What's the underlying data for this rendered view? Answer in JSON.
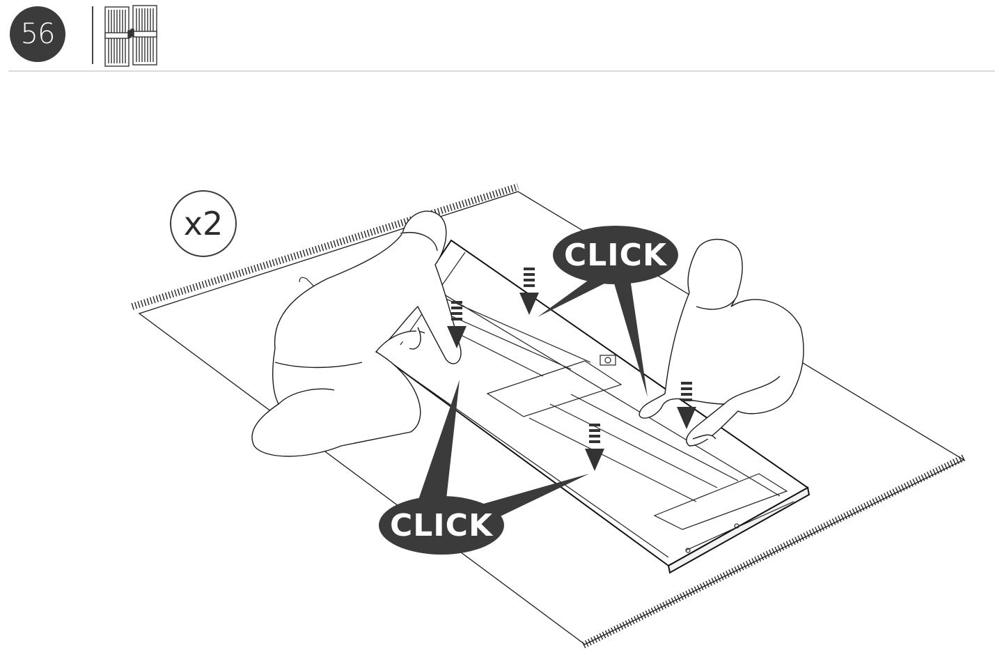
{
  "step": {
    "number": "56"
  },
  "icons": {
    "header_part": "double-door-panel-icon",
    "arrow": "down-arrow-icon"
  },
  "quantity": {
    "label": "x2"
  },
  "callouts": [
    {
      "label": "CLICK"
    },
    {
      "label": "CLICK"
    }
  ],
  "colors": {
    "dark": "#3b3b3b",
    "line": "#1a1a1a",
    "background": "#ffffff"
  }
}
